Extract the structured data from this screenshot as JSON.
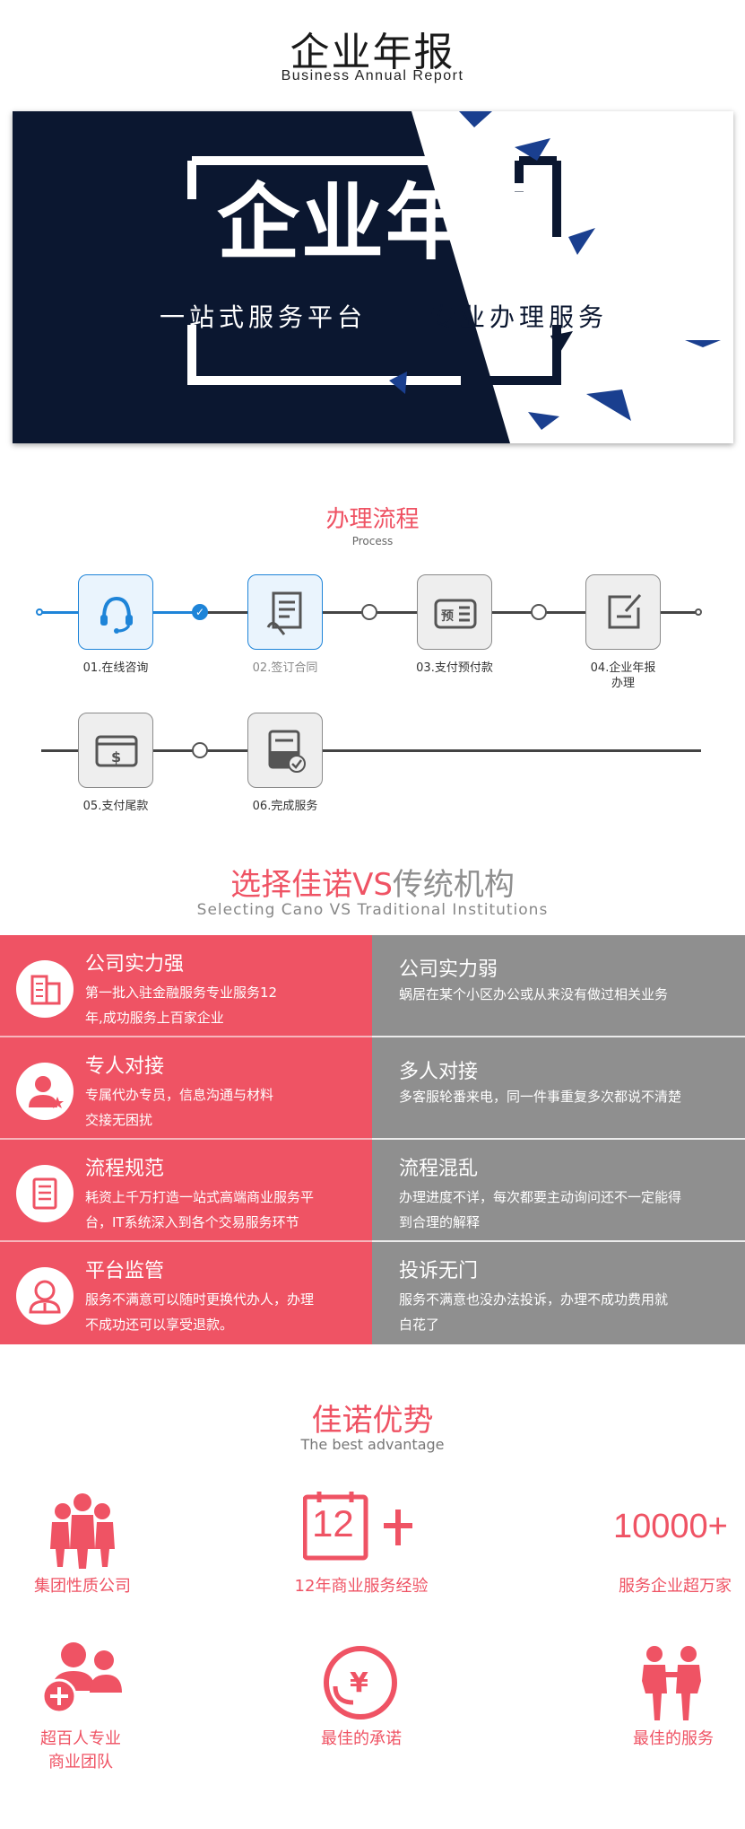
{
  "header": {
    "title": "企业年报",
    "subtitle": "Business Annual Report"
  },
  "banner": {
    "title": "企业年报",
    "slogan_left": "一站式服务平台",
    "slogan_right": "专业办理服务",
    "colors": {
      "navy": "#0b1730",
      "accent": "#1a3f8f"
    }
  },
  "process": {
    "title": "办理流程",
    "subtitle": "Process",
    "steps": [
      {
        "label": "01.在线咨询",
        "icon": "headset-icon",
        "active": true
      },
      {
        "label": "02.签订合同",
        "icon": "contract-icon",
        "active": true
      },
      {
        "label": "03.支付预付款",
        "icon": "prepay-icon",
        "active": false
      },
      {
        "label_line1": "04.企业年报",
        "label_line2": "办理",
        "icon": "edit-icon",
        "active": false
      },
      {
        "label": "05.支付尾款",
        "icon": "payment-card-icon",
        "active": false
      },
      {
        "label": "06.完成服务",
        "icon": "complete-icon",
        "active": false
      }
    ],
    "colors": {
      "active": "#1e84d8",
      "line": "#444444"
    }
  },
  "compare": {
    "title_left": "选择佳诺",
    "title_vs": "VS",
    "title_right": "传统机构",
    "subtitle": "Selecting Cano VS Traditional Institutions",
    "rows": [
      {
        "left_title": "公司实力强",
        "left_line1": "第一批入驻金融服务专业服务12",
        "left_line2": "年,成功服务上百家企业",
        "left_icon": "building-icon",
        "right_title": "公司实力弱",
        "right_line1": "蜗居在某个小区办公或从来没有做过相关业务",
        "right_line2": ""
      },
      {
        "left_title": "专人对接",
        "left_line1": "专属代办专员，信息沟通与材料",
        "left_line2": "交接无困扰",
        "left_icon": "specialist-icon",
        "right_title": "多人对接",
        "right_line1": "多客服轮番来电，同一件事重复多次都说不清楚",
        "right_line2": ""
      },
      {
        "left_title": "流程规范",
        "left_line1": "耗资上千万打造一站式高端商业服务平",
        "left_line2": "台，IT系统深入到各个交易服务环节",
        "left_icon": "checklist-icon",
        "right_title": "流程混乱",
        "right_line1": "办理进度不详，每次都要主动询问还不一定能得",
        "right_line2": "到合理的解释"
      },
      {
        "left_title": "平台监管",
        "left_line1": "服务不满意可以随时更换代办人，办理",
        "left_line2": "不成功还可以享受退款。",
        "left_icon": "supervisor-icon",
        "right_title": "投诉无门",
        "right_line1": "服务不满意也没办法投诉，办理不成功费用就",
        "right_line2": "白花了"
      }
    ],
    "colors": {
      "left": "#ef5364",
      "right": "#8f8f8f"
    }
  },
  "advantages": {
    "title": "佳诺优势",
    "subtitle": "The best advantage",
    "items": [
      {
        "label": "集团性质公司",
        "icon": "group-people-icon"
      },
      {
        "label": "12年商业服务经验",
        "icon": "calendar-12-icon",
        "big": "12",
        "plus": "+"
      },
      {
        "label": "服务企业超万家",
        "icon": "number-10000-icon",
        "big": "10000+"
      },
      {
        "label_line1": "超百人专业",
        "label_line2": "商业团队",
        "icon": "team-plus-icon"
      },
      {
        "label": "最佳的承诺",
        "icon": "yuan-promise-icon"
      },
      {
        "label": "最佳的服务",
        "icon": "handshake-people-icon"
      }
    ],
    "colors": {
      "accent": "#ef5364"
    }
  }
}
